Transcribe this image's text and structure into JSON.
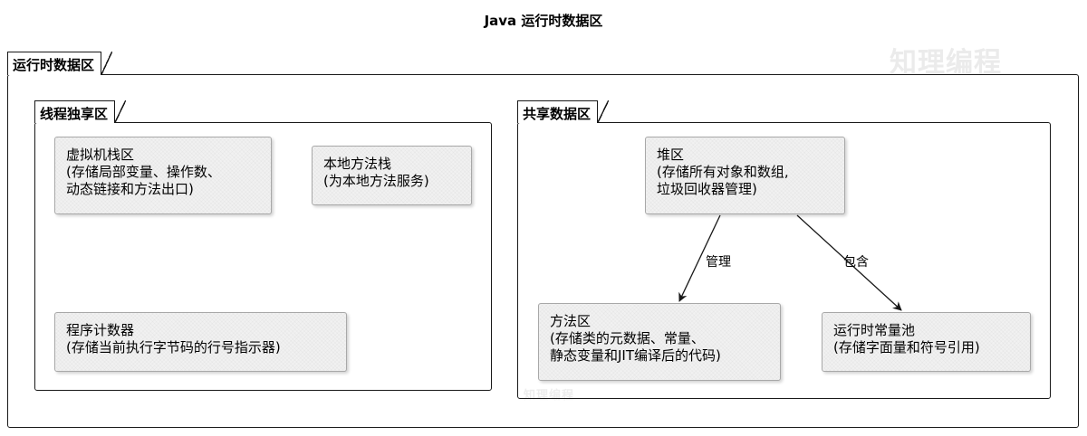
{
  "title": "Java 运行时数据区",
  "watermarks": [
    "知理编程",
    "知理编程"
  ],
  "frames": {
    "runtime": {
      "label": "运行时数据区"
    },
    "thread_private": {
      "label": "线程独享区"
    },
    "shared": {
      "label": "共享数据区"
    }
  },
  "nodes": {
    "vm_stack": {
      "lines": [
        "虚拟机栈区",
        "(存储局部变量、操作数、",
        "动态链接和方法出口)"
      ]
    },
    "native_stack": {
      "lines": [
        "本地方法栈",
        "(为本地方法服务)"
      ]
    },
    "pc_register": {
      "lines": [
        "程序计数器",
        "(存储当前执行字节码的行号指示器)"
      ]
    },
    "heap": {
      "lines": [
        "堆区",
        "(存储所有对象和数组,",
        "垃圾回收器管理)"
      ]
    },
    "method_area": {
      "lines": [
        "方法区",
        "(存储类的元数据、常量、",
        "静态变量和JIT编译后的代码)"
      ]
    },
    "constant_pool": {
      "lines": [
        "运行时常量池",
        "(存储字面量和符号引用)"
      ]
    }
  },
  "edges": [
    {
      "from": "heap",
      "to": "method_area",
      "label": "管理"
    },
    {
      "from": "heap",
      "to": "constant_pool",
      "label": "包含"
    }
  ],
  "colors": {
    "line": "#181818",
    "node_fill": "#f1f1f1",
    "node_border": "#a8a8a8"
  }
}
